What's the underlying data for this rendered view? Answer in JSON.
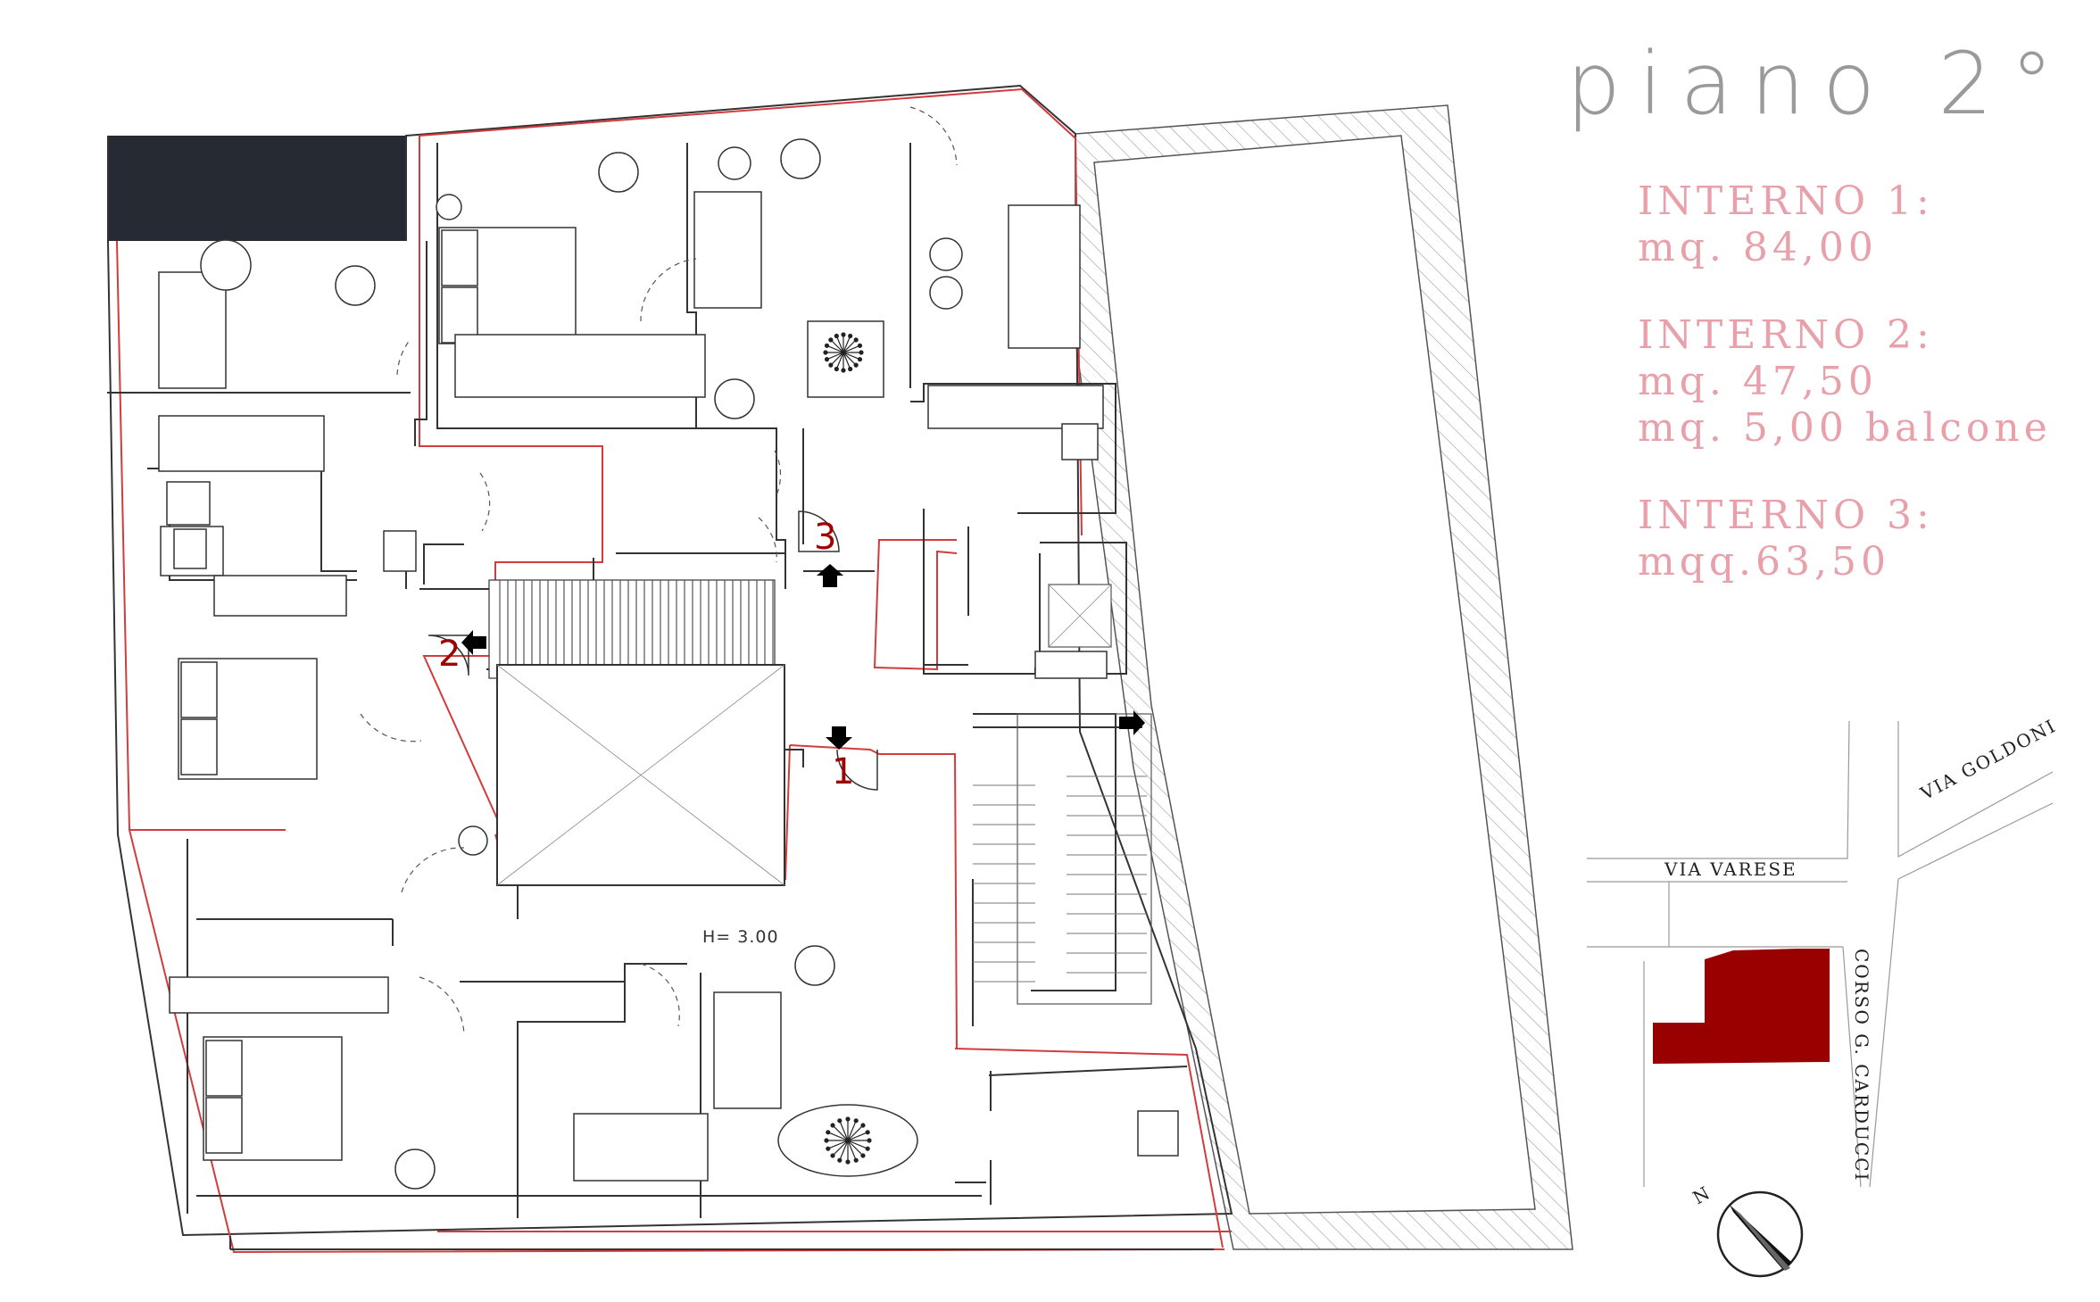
{
  "title": "piano 2°",
  "units": [
    {
      "name": "INTERNO 1:",
      "lines": [
        "mq. 84,00"
      ]
    },
    {
      "name": "INTERNO 2:",
      "lines": [
        "mq. 47,50",
        "mq. 5,00 balcone"
      ]
    },
    {
      "name": "INTERNO 3:",
      "lines": [
        "mqq.63,50"
      ]
    }
  ],
  "entrances": [
    "1",
    "2",
    "3"
  ],
  "height_label": "H= 3.00",
  "streets": {
    "via_goldoni": "VIA GOLDONI",
    "via_varese": "VIA VARESE",
    "corso_carducci": "CORSO G. CARDUCCI"
  },
  "north_label": "N",
  "colors": {
    "wall": "#333333",
    "outline_red": "#d23c3c",
    "entrance_label": "#a00000",
    "legend_text": "#e8a0aa",
    "building_highlight": "#990000",
    "dark_terrace": "#262a33",
    "hatch": "#999999"
  }
}
